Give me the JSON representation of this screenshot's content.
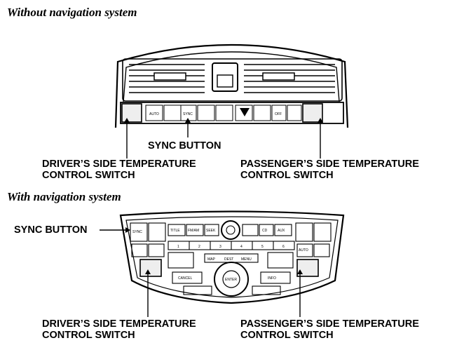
{
  "sections": {
    "without_nav": {
      "heading": "Without navigation system",
      "sync_label": "SYNC BUTTON",
      "driver_label_1": "DRIVER’S SIDE TEMPERATURE",
      "driver_label_2": "CONTROL SWITCH",
      "passenger_label_1": "PASSENGER’S SIDE TEMPERATURE",
      "passenger_label_2": "CONTROL SWITCH",
      "panel_buttons": [
        "AUTO",
        "SYNC",
        "OFF"
      ]
    },
    "with_nav": {
      "heading": "With navigation system",
      "sync_label": "SYNC BUTTON",
      "driver_label_1": "DRIVER’S SIDE TEMPERATURE",
      "driver_label_2": "CONTROL SWITCH",
      "passenger_label_1": "PASSENGER’S SIDE TEMPERATURE",
      "passenger_label_2": "CONTROL SWITCH",
      "panel_buttons": [
        "TITLE",
        "FM/AM",
        "SEEK",
        "CD",
        "AUX",
        "MAP",
        "DEST",
        "MENU",
        "ENTER",
        "CANCEL",
        "INFO",
        "AUTO",
        "SYNC"
      ],
      "preset_numbers": [
        "1",
        "2",
        "3",
        "4",
        "5",
        "6"
      ]
    }
  }
}
